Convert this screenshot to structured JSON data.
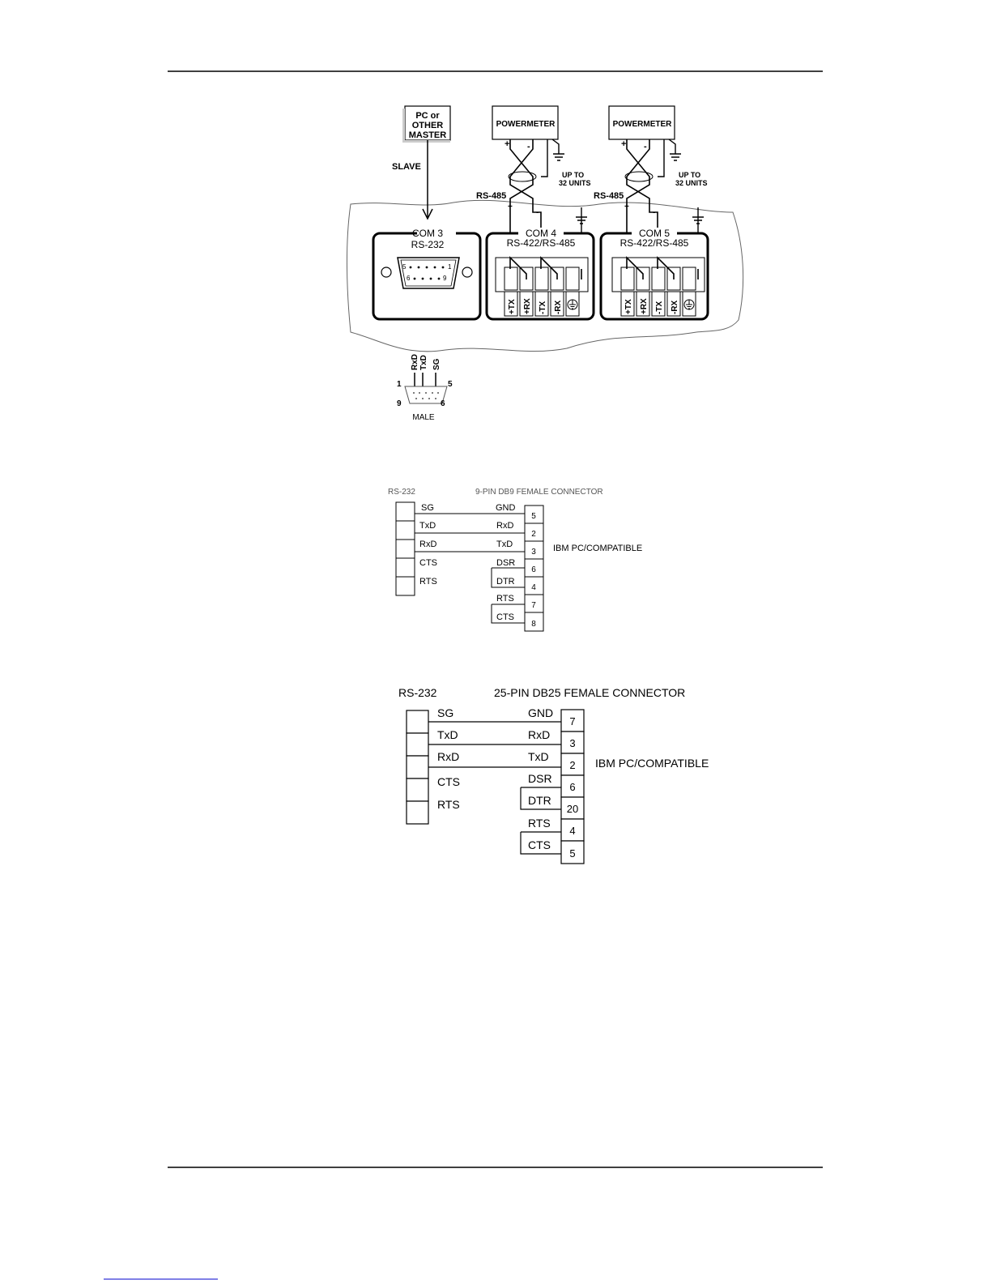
{
  "network": {
    "master_box": [
      "PC or",
      "OTHER",
      "MASTER"
    ],
    "slave_label": "SLAVE",
    "powermeter_label": "POWERMETER",
    "plus": "+",
    "minus": "-",
    "up_to": [
      "UP TO",
      "32 UNITS"
    ],
    "rs485_label": "RS-485",
    "com3": {
      "title": "COM 3",
      "subtitle": "RS-232",
      "pins": [
        "5",
        "1",
        "6",
        "9"
      ]
    },
    "com4": {
      "title": "COM 4",
      "subtitle": "RS-422/RS-485"
    },
    "com5": {
      "title": "COM 5",
      "subtitle": "RS-422/RS-485"
    },
    "terminals": [
      "+TX",
      "+RX",
      "-TX",
      "-RX"
    ],
    "male_connector": {
      "signals": [
        "RxD",
        "TxD",
        "SG"
      ],
      "pins": [
        "1",
        "5",
        "9",
        "6"
      ],
      "label": "MALE"
    }
  },
  "db9": {
    "left_title": "RS-232",
    "right_title": "9-PIN DB9 FEMALE CONNECTOR",
    "left_signals": [
      "SG",
      "TxD",
      "RxD",
      "CTS",
      "RTS"
    ],
    "right_signals": [
      "GND",
      "RxD",
      "TxD",
      "DSR",
      "DTR",
      "RTS",
      "CTS"
    ],
    "pins": [
      "5",
      "2",
      "3",
      "6",
      "4",
      "7",
      "8"
    ],
    "pc_label": "IBM PC/COMPATIBLE"
  },
  "db25": {
    "left_title": "RS-232",
    "right_title": "25-PIN DB25 FEMALE CONNECTOR",
    "left_signals": [
      "SG",
      "TxD",
      "RxD",
      "CTS",
      "RTS"
    ],
    "right_signals": [
      "GND",
      "RxD",
      "TxD",
      "DSR",
      "DTR",
      "RTS",
      "CTS"
    ],
    "pins": [
      "7",
      "3",
      "2",
      "6",
      "20",
      "4",
      "5"
    ],
    "pc_label": "IBM PC/COMPATIBLE"
  }
}
